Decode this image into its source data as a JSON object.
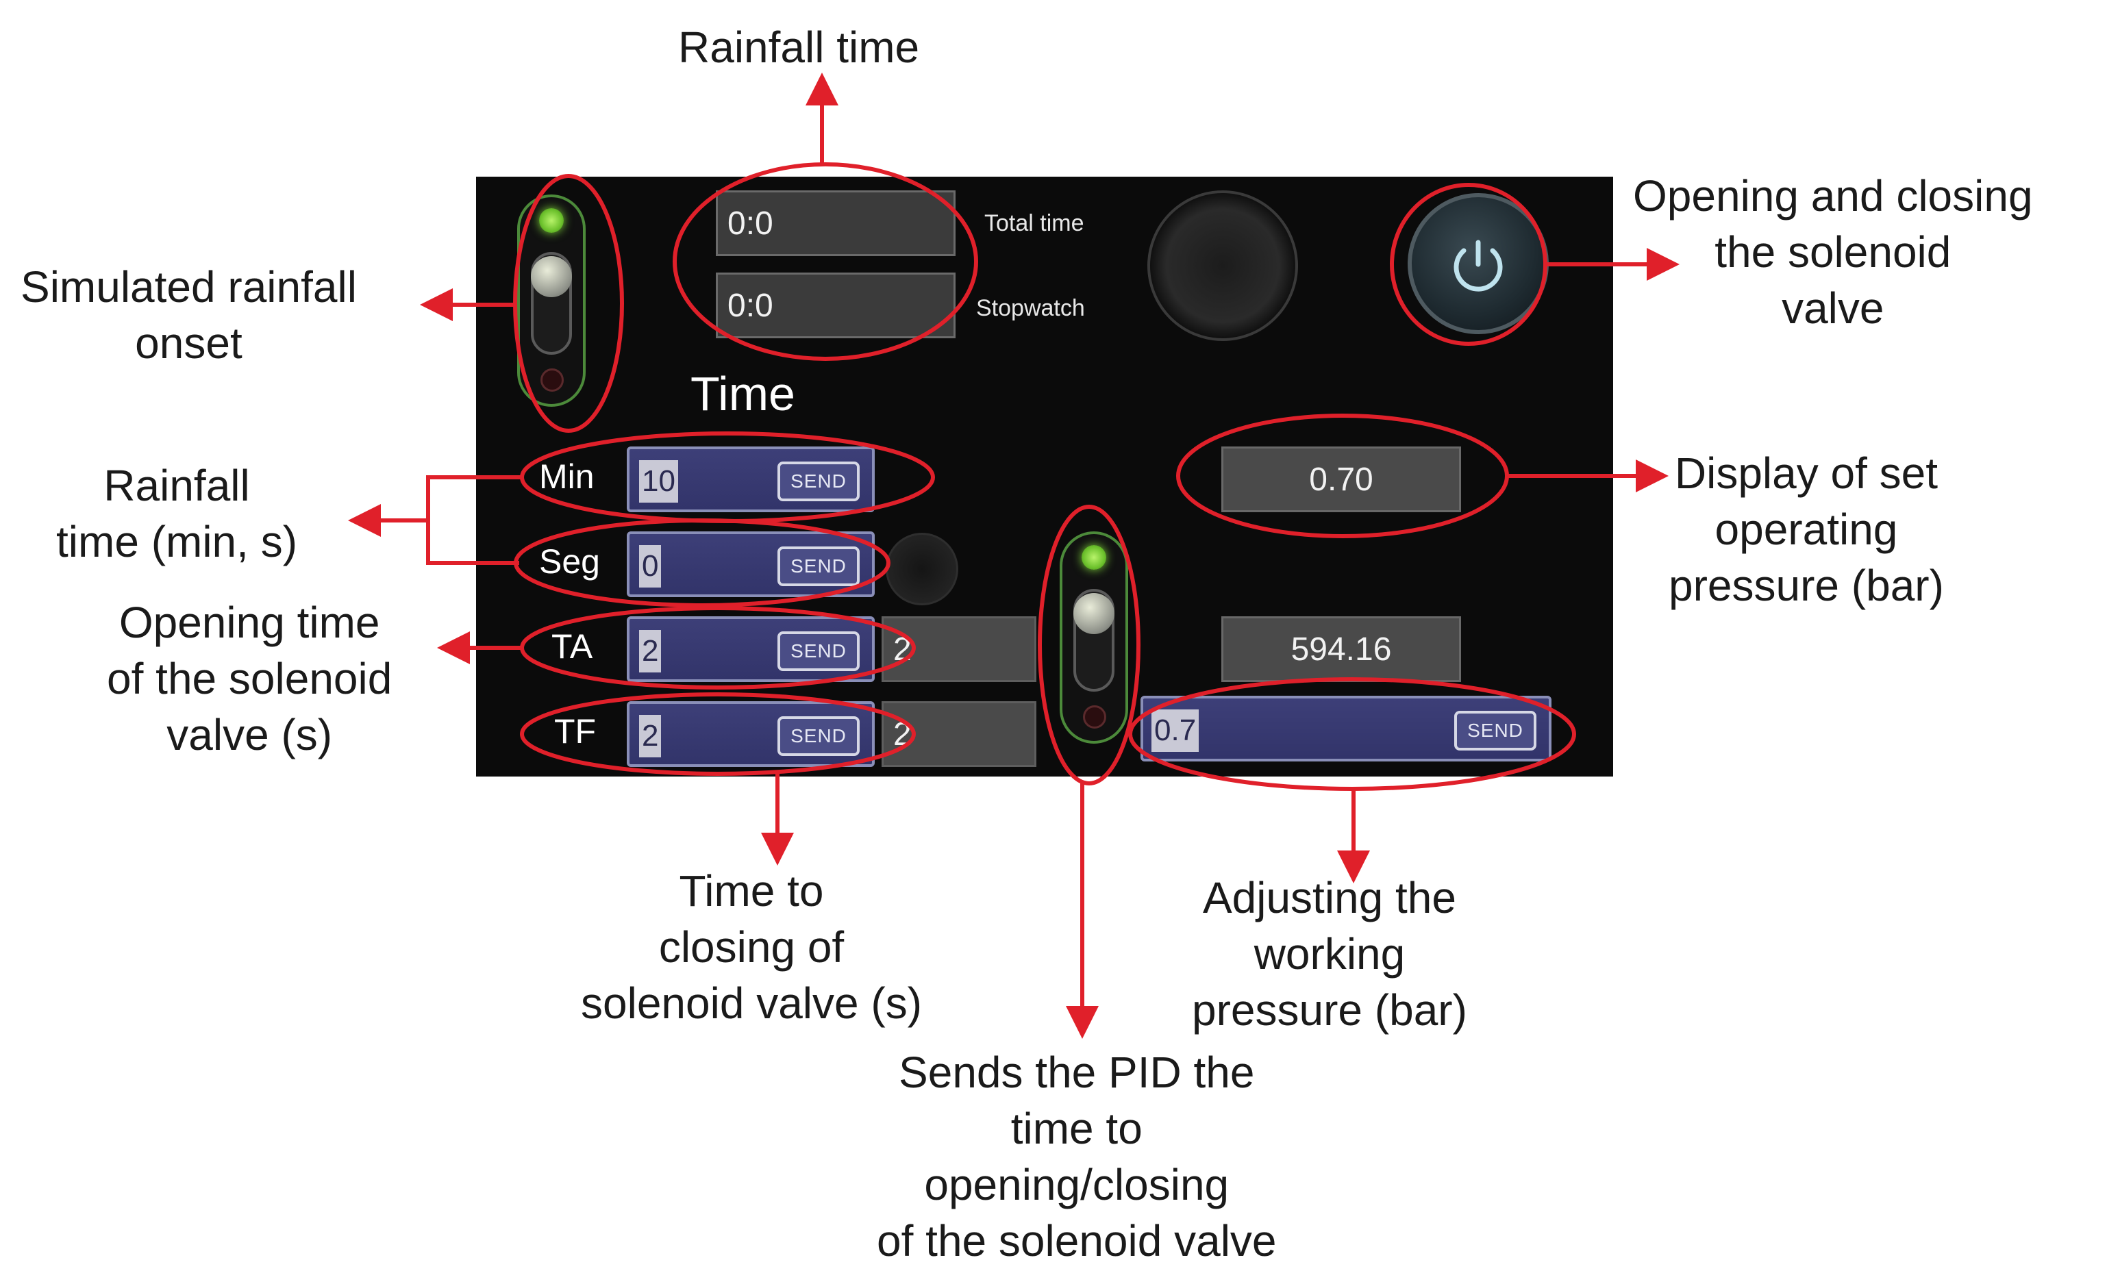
{
  "annotations": {
    "rainfall_time": "Rainfall time",
    "simulated_onset": [
      "Simulated rainfall",
      "onset"
    ],
    "rainfall_time_min_s": [
      "Rainfall",
      "time (min, s)"
    ],
    "opening_time": [
      "Opening time",
      "of the solenoid",
      "valve (s)"
    ],
    "open_close_valve": [
      "Opening and closing",
      "the solenoid",
      "valve"
    ],
    "display_pressure": [
      "Display of set",
      "operating",
      "pressure (bar)"
    ],
    "time_to_closing": [
      "Time to",
      "closing of",
      "solenoid valve (s)"
    ],
    "adjusting_pressure": [
      "Adjusting the",
      "working",
      "pressure (bar)"
    ],
    "sends_pid": [
      "Sends the PID the",
      "time to",
      "opening/closing",
      "of the solenoid valve"
    ]
  },
  "panel": {
    "total_time_value": "0:0",
    "total_time_label": "Total time",
    "stopwatch_value": "0:0",
    "stopwatch_label": "Stopwatch",
    "time_heading": "Time",
    "rows": [
      {
        "label": "Min",
        "value": "10",
        "send": "SEND"
      },
      {
        "label": "Seg",
        "value": "0",
        "send": "SEND"
      },
      {
        "label": "TA",
        "value": "2",
        "send": "SEND",
        "readout": "2"
      },
      {
        "label": "TF",
        "value": "2",
        "send": "SEND",
        "readout": "2"
      }
    ],
    "set_pressure": "0.70",
    "reading": "594.16",
    "pressure_input": {
      "value": "0.7",
      "send": "SEND"
    },
    "power_icon": "power-icon"
  },
  "colors": {
    "annotation_red": "#e0202a",
    "panel_bg": "#0b0b0b",
    "led_on": "#7fd63a",
    "led_off": "#3a1416",
    "input_bg": "#3d3f78"
  }
}
